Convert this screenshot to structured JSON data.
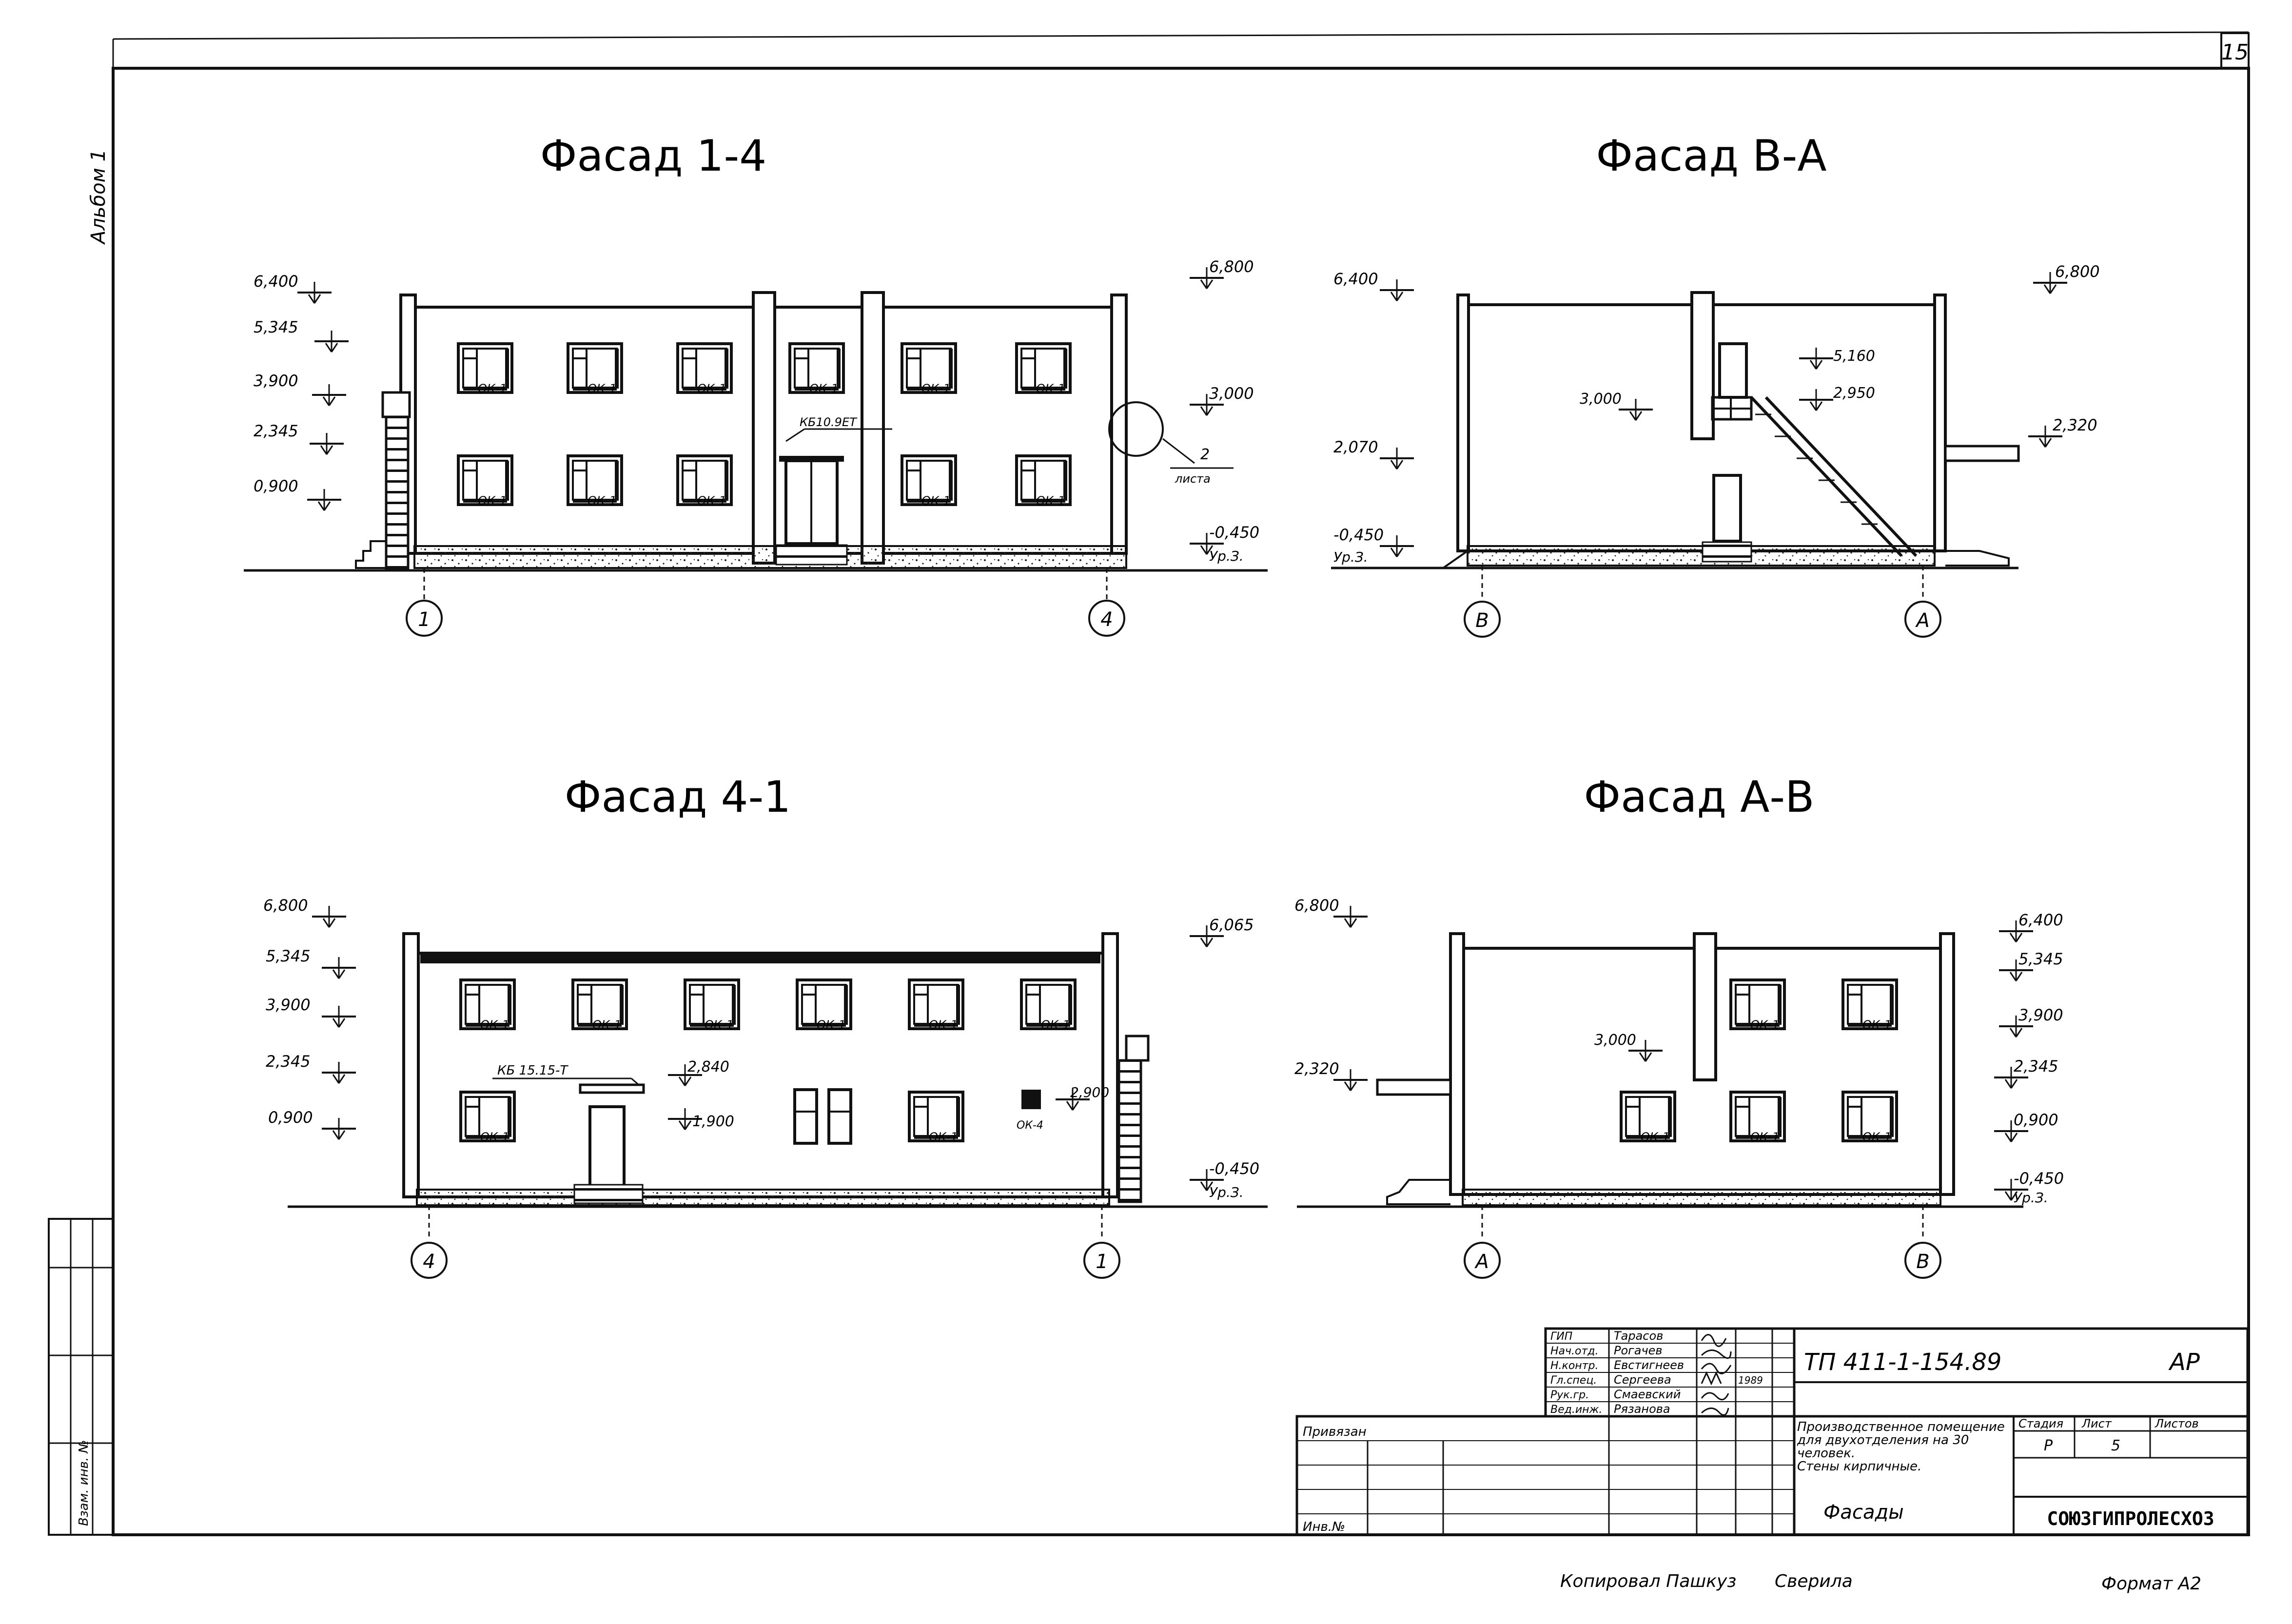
{
  "sheet": {
    "page_number": "15",
    "album_label": "Альбом 1",
    "footer_copied": "Копировал Пашкуз",
    "footer_checked": "Сверила",
    "footer_format": "Формат А2",
    "left_stamp_text": "Взам. инв. №"
  },
  "facades": [
    {
      "title": "Фасад 1-4",
      "axis_left": "1",
      "axis_right": "4",
      "levels_left": [
        "6,400",
        "5,345",
        "3,900",
        "2,345",
        "0,900"
      ],
      "levels_right": [
        "6,800",
        "3,000",
        "-0,450",
        "Ур.З."
      ],
      "window_mark": "ОК-1",
      "door_mark": "КБ10.9ЕТ",
      "callout_number": "2",
      "callout_sheet": "листа"
    },
    {
      "title": "Фасад В-А",
      "axis_left": "В",
      "axis_right": "А",
      "levels_left": [
        "6,400",
        "2,070",
        "-0,450",
        "Ур.З."
      ],
      "levels_right": [
        "6,800",
        "2,320"
      ],
      "levels_inner": [
        "5,160",
        "3,000",
        "2,950"
      ]
    },
    {
      "title": "Фасад 4-1",
      "axis_left": "4",
      "axis_right": "1",
      "levels_left": [
        "6,800",
        "5,345",
        "3,900",
        "2,345",
        "0,900"
      ],
      "levels_right": [
        "6,065",
        "-0,450",
        "Ур.З."
      ],
      "levels_inner": [
        "2,840",
        "1,900",
        "2,900"
      ],
      "window_mark": "ОК-1",
      "canopy_mark": "КБ 15.15-Т",
      "small_mark": "ОК-4"
    },
    {
      "title": "Фасад А-В",
      "axis_left": "А",
      "axis_right": "В",
      "levels_left": [
        "6,800",
        "2,320"
      ],
      "levels_right": [
        "6,400",
        "5,345",
        "3,900",
        "2,345",
        "0,900",
        "-0,450",
        "Ур.З."
      ],
      "levels_inner": [
        "3,000"
      ],
      "window_mark": "ОК-1"
    }
  ],
  "title_block": {
    "project_code": "ТП 411-1-154.89",
    "section": "АР",
    "roles": [
      "ГИП",
      "Нач.отд.",
      "Н.контр.",
      "Гл.спец.",
      "Рук.гр.",
      "Вед.инж."
    ],
    "names": [
      "Тарасов",
      "Рогачев",
      "Евстигнеев",
      "Сергеева",
      "Смаевский",
      "Рязанова"
    ],
    "date": "1989",
    "description_lines": [
      "Производственное помещение",
      "для двухотделения на 30",
      "человек.",
      "Стены кирпичные."
    ],
    "stage_header": "Стадия",
    "sheet_header": "Лист",
    "sheets_header": "Листов",
    "stage": "Р",
    "sheet": "5",
    "drawing_title": "Фасады",
    "organization": "СОЮЗГИПРОЛЕСХОЗ",
    "bound_label": "Привязан",
    "inv_label": "Инв.№"
  }
}
